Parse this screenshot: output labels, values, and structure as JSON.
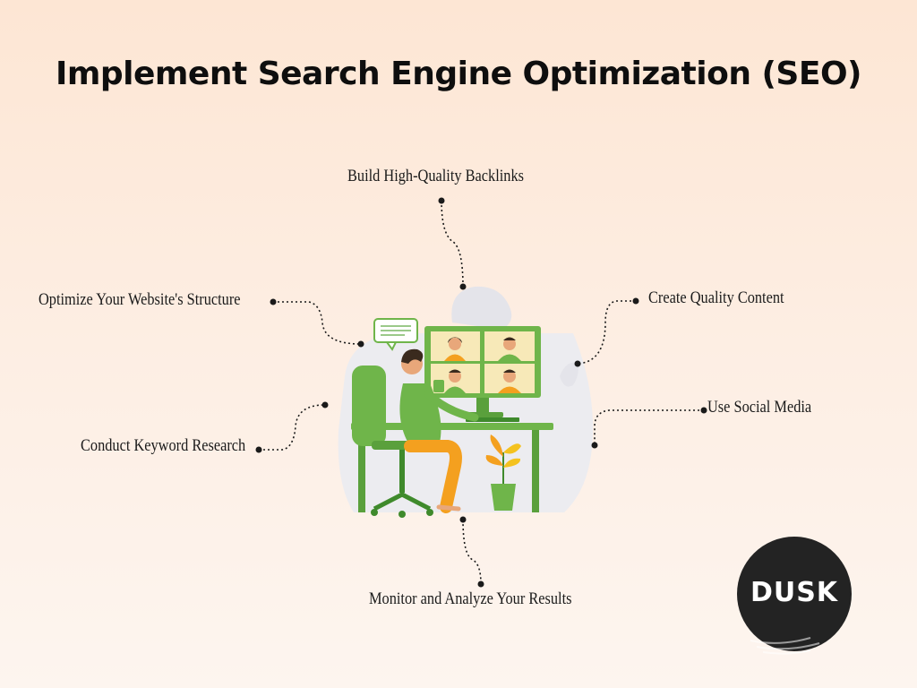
{
  "title": "Implement Search Engine Optimization (SEO)",
  "labels": {
    "backlinks": "Build High-Quality Backlinks",
    "structure": "Optimize Your Website's Structure",
    "content": "Create Quality Content",
    "social": "Use Social Media",
    "keyword": "Conduct Keyword Research",
    "monitor": "Monitor and Analyze Your Results"
  },
  "logo": {
    "text": "DUSK"
  },
  "colors": {
    "green": "#6fb54a",
    "dark_green": "#3f8a2c",
    "orange": "#f4a01f",
    "connector": "#1a1a1a",
    "blob": "#e9e9ee"
  }
}
